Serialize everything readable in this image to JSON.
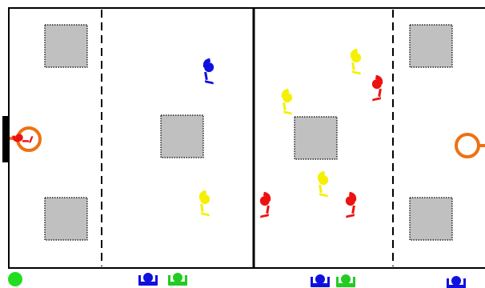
{
  "game": {
    "title": "",
    "colors": {
      "background": "#ffffff",
      "court_line": "#000000",
      "obstacle_fill": "#c0c0c0",
      "obstacle_border": "#000000",
      "hoop": "#f07010",
      "backboard": "#000000",
      "team_yellow": "#f5f000",
      "team_red": "#ee1111",
      "team_blue": "#1010e0",
      "team_green": "#22cc22",
      "ball": "#22dd22"
    },
    "court": {
      "halves": [
        "left-half",
        "right-half"
      ],
      "dashed_lines": [
        "left-dashed-line",
        "right-dashed-line"
      ],
      "obstacles": [
        "obstacle-top-left",
        "obstacle-bottom-left",
        "obstacle-center-left",
        "obstacle-center-right",
        "obstacle-top-right",
        "obstacle-bottom-right"
      ]
    },
    "hoops": [
      {
        "side": "left",
        "icon": "hoop-icon",
        "backboard": true
      },
      {
        "side": "right",
        "icon": "hoop-icon",
        "backboard": false
      }
    ],
    "players_on_court": [
      {
        "team": "blue",
        "icon": "player-icon"
      },
      {
        "team": "yellow",
        "icon": "player-icon"
      },
      {
        "team": "yellow",
        "icon": "player-icon"
      },
      {
        "team": "yellow",
        "icon": "player-icon"
      },
      {
        "team": "yellow",
        "icon": "player-icon"
      },
      {
        "team": "red",
        "icon": "player-icon"
      },
      {
        "team": "red",
        "icon": "player-icon"
      },
      {
        "team": "red",
        "icon": "player-icon"
      }
    ],
    "bench": [
      {
        "team": "blue",
        "icon": "bench-player-icon"
      },
      {
        "team": "green",
        "icon": "bench-player-icon"
      },
      {
        "team": "blue",
        "icon": "bench-player-icon"
      },
      {
        "team": "green",
        "icon": "bench-player-icon"
      },
      {
        "team": "blue",
        "icon": "bench-player-icon"
      }
    ],
    "ball": {
      "icon": "ball-icon",
      "location": "bottom-left"
    }
  }
}
